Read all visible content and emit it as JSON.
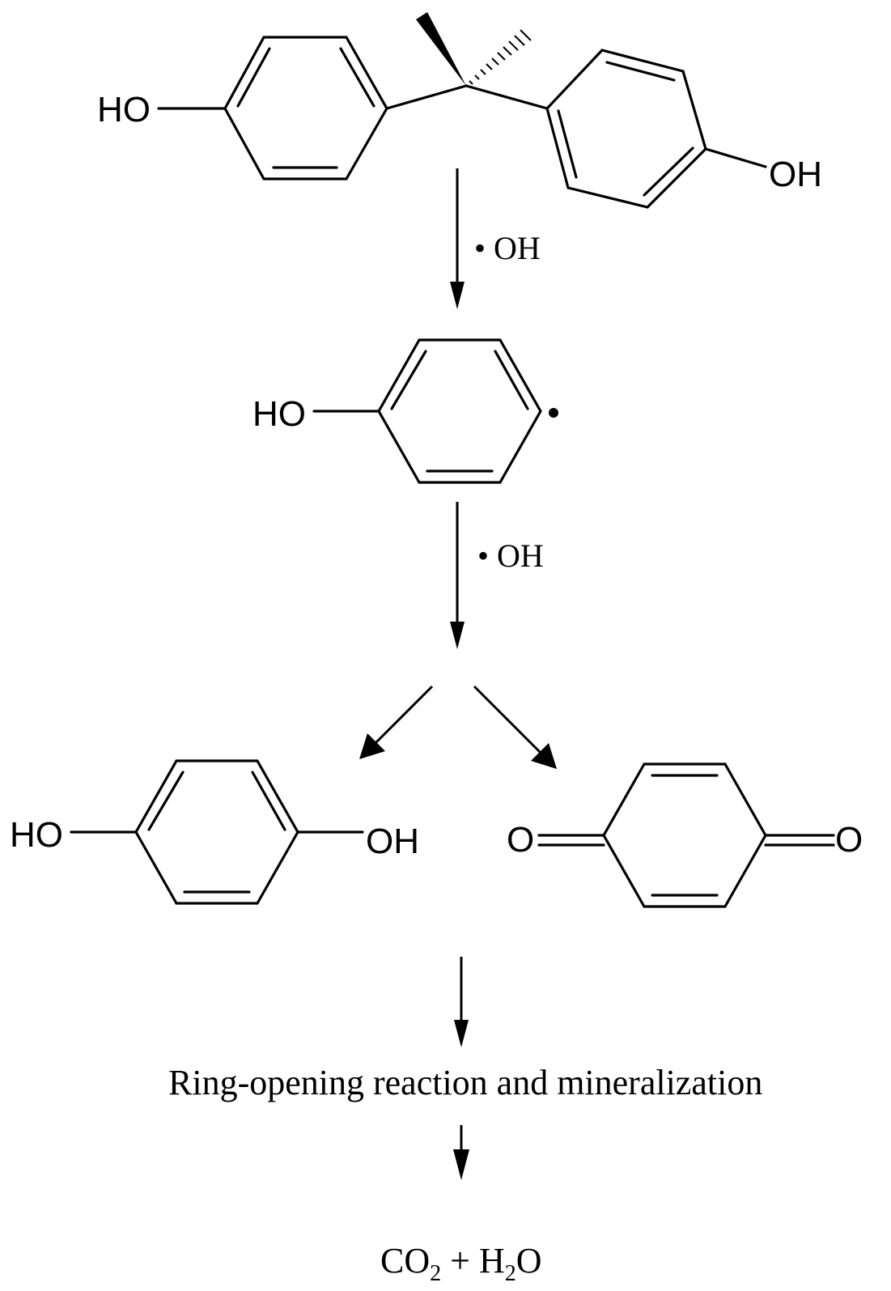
{
  "scheme": {
    "bpa": {
      "ho_left": "HO",
      "oh_right": "OH"
    },
    "step1": {
      "reagent": "• OH"
    },
    "phenoxy": {
      "ho": "HO",
      "radical": "•"
    },
    "step2": {
      "reagent": "• OH"
    },
    "hydroquinone": {
      "ho": "HO",
      "oh": "OH"
    },
    "benzoquinone": {
      "o_left": "O",
      "o_right": "O"
    },
    "ring_opening": {
      "label": "Ring-opening reaction and mineralization"
    },
    "products": {
      "co": "CO",
      "sub2": "2",
      "plus_h": " + H",
      "sub_h": "2",
      "o": "O"
    }
  }
}
